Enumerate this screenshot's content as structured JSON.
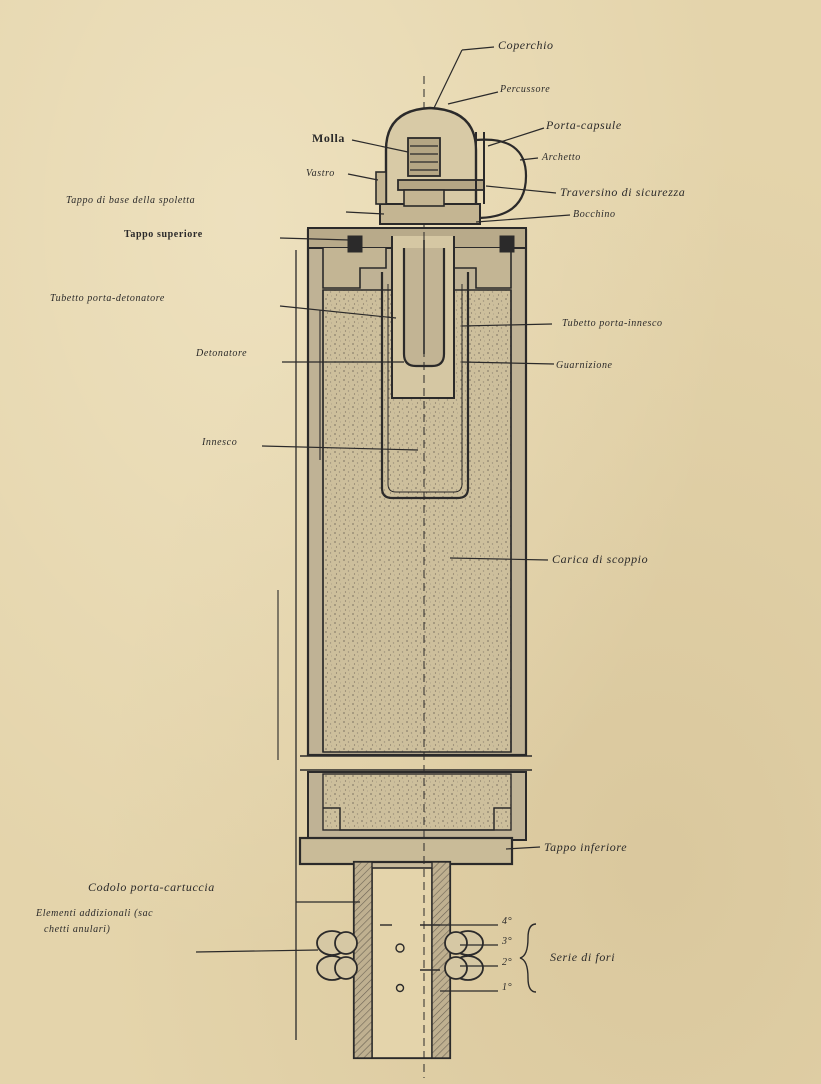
{
  "labels": {
    "coperchio": "Coperchio",
    "percussore": "Percussore",
    "porta_capsule": "Porta-capsule",
    "molla": "Molla",
    "archetto": "Archetto",
    "vastro": "Vastro",
    "traversino": "Traversino di sicurezza",
    "tappo_base_spoletta": "Tappo di base della spoletta",
    "bocchino": "Bocchino",
    "tappo_superiore": "Tappo superiore",
    "tubetto_porta_detonatore": "Tubetto porta-detonatore",
    "tubetto_porta_innesco": "Tubetto porta-innesco",
    "detonatore": "Detonatore",
    "guarnizione": "Guarnizione",
    "innesco": "Innesco",
    "carica_scoppio": "Carica di scoppio",
    "tappo_inferiore": "Tappo inferiore",
    "codolo": "Codolo porta-cartuccia",
    "elementi_line1": "Elementi addizionali (sac",
    "elementi_line2": "chetti anulari)",
    "serie_fori": "Serie di fori",
    "foro_4": "4°",
    "foro_3": "3°",
    "foro_2": "2°",
    "foro_1": "1°"
  },
  "colors": {
    "ink": "#2b2a2a",
    "paper": "#e4d4ab",
    "charge": "#cfc1a0"
  }
}
